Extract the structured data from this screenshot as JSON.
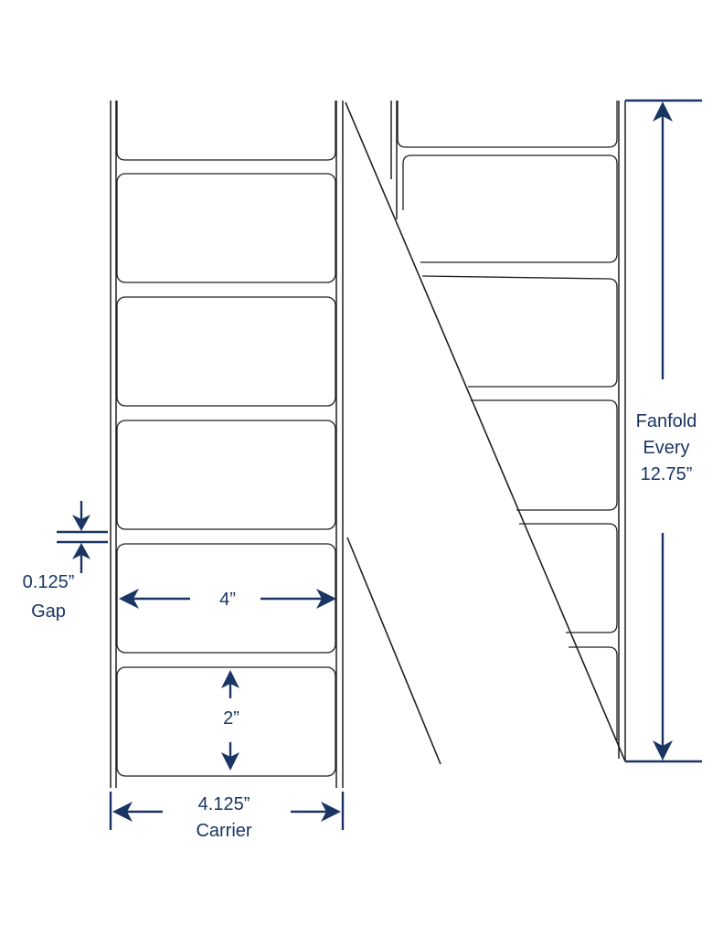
{
  "dimensions": {
    "label_width": "4”",
    "label_height": "2”",
    "carrier_value": "4.125”",
    "carrier_word": "Carrier",
    "gap_value": "0.125”",
    "gap_word": "Gap",
    "fanfold_line1": "Fanfold",
    "fanfold_line2": "Every",
    "fanfold_line3": "12.75”"
  },
  "colors": {
    "dimension_ink": "#1a3563",
    "outline_ink": "#231f20",
    "background": "#ffffff"
  }
}
